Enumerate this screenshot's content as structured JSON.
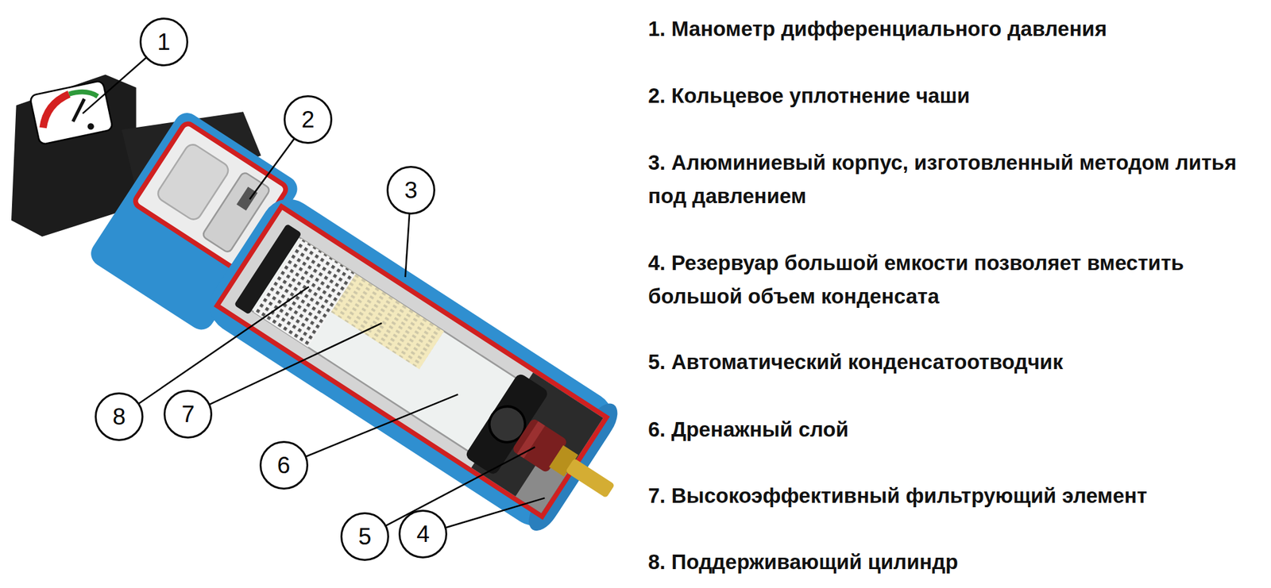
{
  "diagram": {
    "nodes": [
      {
        "text": [
          "1"
        ]
      },
      {
        "text": [
          "2"
        ]
      },
      {
        "text": [
          "3"
        ]
      },
      {
        "text": [
          "8"
        ]
      },
      {
        "text": [
          "7"
        ]
      },
      {
        "text": [
          "6"
        ]
      },
      {
        "text": [
          "5"
        ]
      },
      {
        "text": [
          "4"
        ]
      }
    ],
    "labels": [
      "1. Манометр дифференциального давления",
      "2. Кольцевое уплотнение чаши",
      "3. Алюминиевый корпус, изготовленный методом литья под давлением",
      "4. Резервуар большой емкости позволяет вместить большой объем конденсата",
      "5. Автоматический конденсатоотводчик",
      "6. Дренажный слой",
      "7. Высокоэффективный фильтрующий элемент",
      "8. Поддерживающий цилиндр"
    ]
  }
}
